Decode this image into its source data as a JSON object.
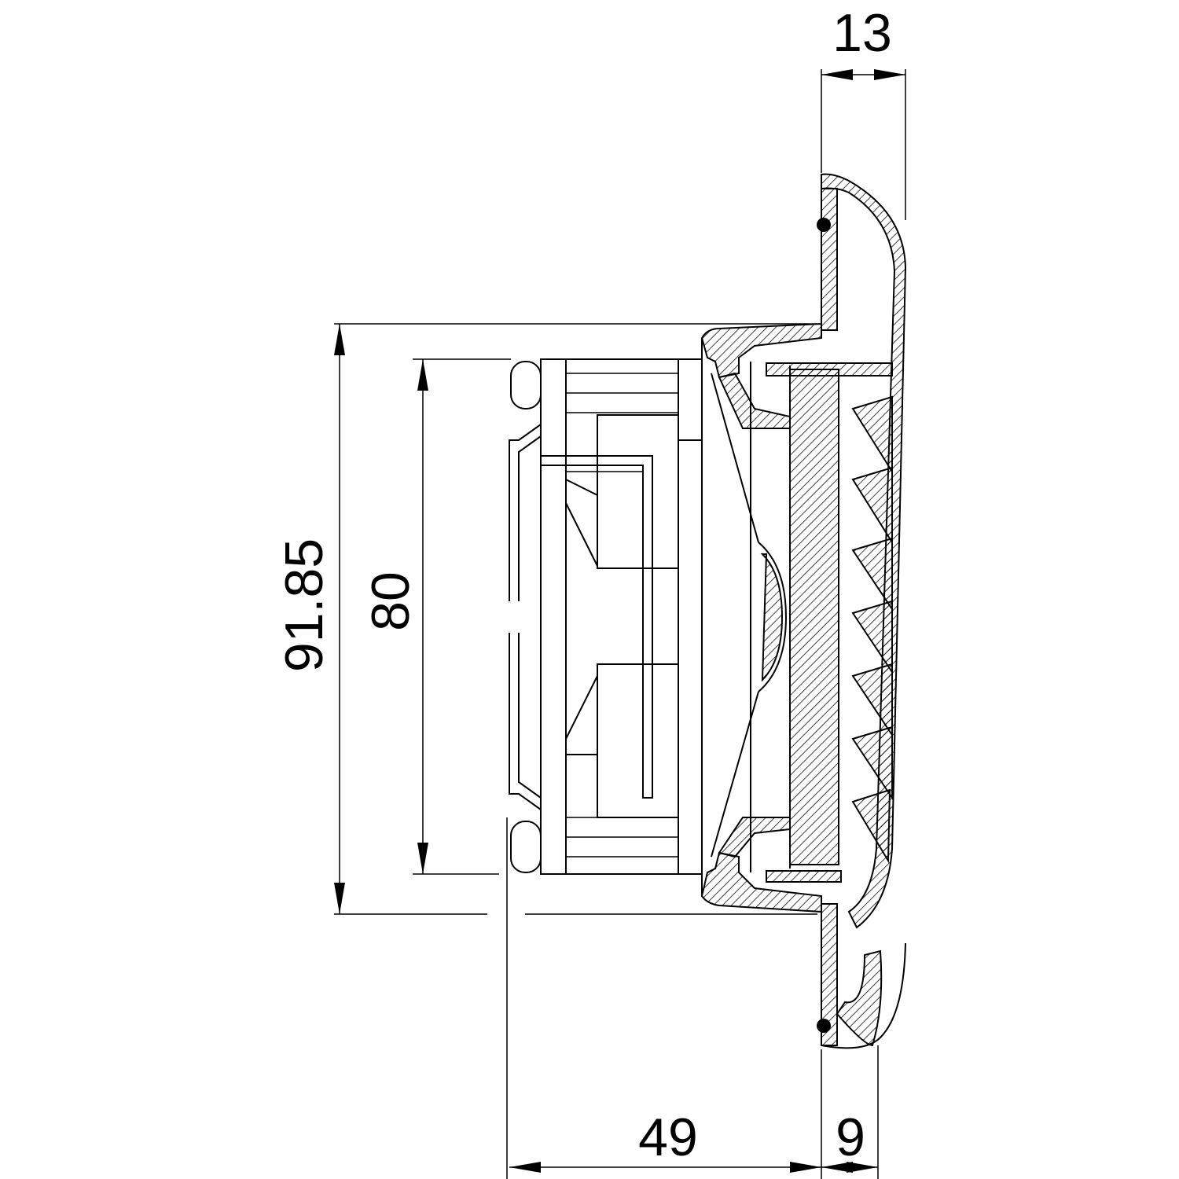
{
  "drawing": {
    "type": "technical side-section drawing of a fan with grille",
    "dimensions": {
      "top_depth": "13",
      "outer_height": "91.85",
      "fan_height": "80",
      "fan_depth": "49",
      "grille_depth": "9"
    },
    "colors": {
      "line": "#000000",
      "background": "#ffffff"
    }
  }
}
